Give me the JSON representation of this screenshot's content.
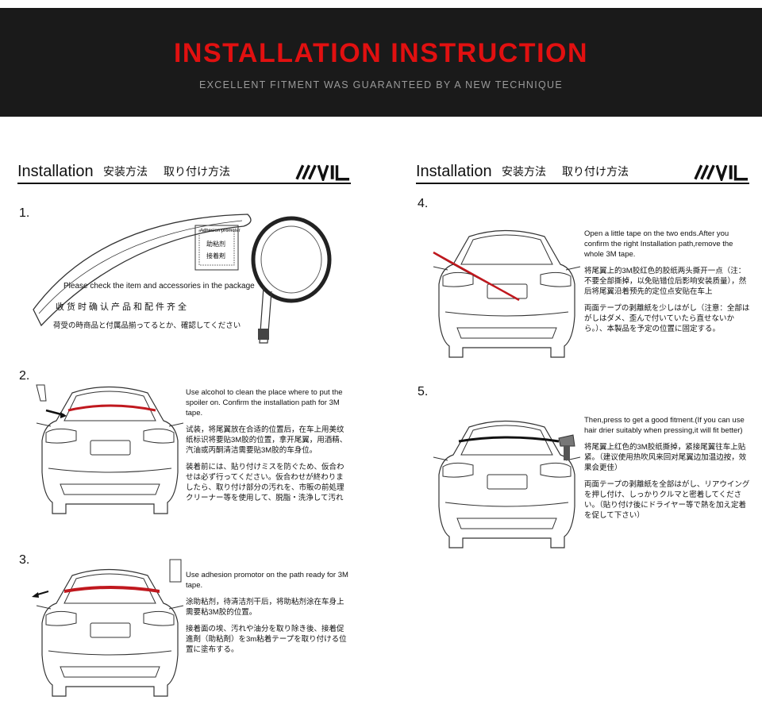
{
  "banner": {
    "title": "INSTALLATION INSTRUCTION",
    "subtitle": "EXCELLENT FITMENT WAS GUARANTEED BY A NEW TECHNIQUE"
  },
  "header": {
    "english": "Installation",
    "chinese": "安装方法",
    "japanese": "取り付け方法",
    "logo_text": "///VIL"
  },
  "steps": [
    {
      "number": "1.",
      "package_label_en": "Please check the item and accessories in the package",
      "package_label_cn": "收货时确认产品和配件齐全",
      "package_label_jp": "荷受の時商品と付属品揃ってるとか、確認してください",
      "promoter_label_1": "Adhesion promoter",
      "promoter_label_2": "助粘剂",
      "promoter_label_3": "接着剤"
    },
    {
      "number": "2.",
      "text_en": "Use alcohol to clean the place where to put the spoiler on. Confirm the installation path for 3M tape.",
      "text_cn": "试装，将尾翼放在合适的位置后，在车上用美纹纸标识将要贴3M胶的位置，拿开尾翼，用酒精、汽油或丙酮清洁需要贴3M胶的车身位。",
      "text_jp": "装着前には、貼り付けミスを防ぐため、仮合わせは必ず行ってください。仮合わせが終わりましたら、取り付け部分の汚れを、市販の前処理クリーナー等を使用して、脱脂・洗浄して汚れ"
    },
    {
      "number": "3.",
      "text_en": "Use adhesion promotor on the path ready for 3M tape.",
      "text_cn": "涂助粘剂，待清洁剂干后，将助粘剂涂在车身上需要粘3M胶的位置。",
      "text_jp": "接着面の埃、汚れや油分を取り除き後、接着促進剤（助粘剤）を3m粘着テープを取り付ける位置に塗布する。"
    },
    {
      "number": "4.",
      "text_en": "Open a little tape on the two ends.After you confirm the right Installation path,remove the whole 3M tape.",
      "text_cn": "将尾翼上的3M胶红色的胶纸两头撕开一点（注：不要全部撕掉，以免贴错位后影响安装质量），然后将尾翼沿着预先的定位点安贴在车上",
      "text_jp": "両面テープの剥離紙を少しはがし（注意：全部はがしはダメ、歪んで付いていたら直せないから。）、本製品を予定の位置に固定する。"
    },
    {
      "number": "5.",
      "text_en": "Then,press to get a good fitment.(If you can use hair drier suitably when pressing,it will fit better)",
      "text_cn": "将尾翼上红色的3M胶纸撕掉，紧接尾翼往车上贴紧。（建议使用热吹风来回对尾翼边加温边按，效果会更佳）",
      "text_jp": "両面テープの剥離紙を全部はがし、リアウイングを押し付け、しっかりクルマと密着してください。（貼り付け後にドライヤー等で熱を加え定着を促して下さい）"
    }
  ],
  "colors": {
    "banner_bg": "#1a1a1a",
    "title_red": "#e11010",
    "subtitle_gray": "#9a9a9a",
    "tape_red": "#c0181e"
  },
  "icons": [
    "car-rear-icon",
    "spoiler-icon",
    "tape-roll-icon",
    "bottle-icon",
    "hair-drier-icon",
    "logo-icon"
  ]
}
